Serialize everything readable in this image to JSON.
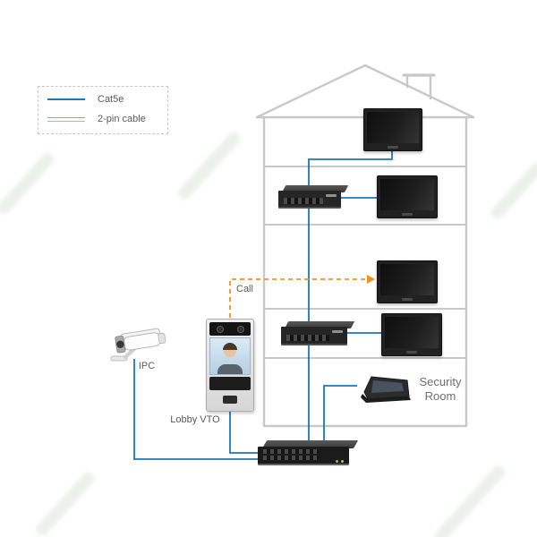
{
  "legend": {
    "items": [
      {
        "label": "Cat5e",
        "line": "solid-blue"
      },
      {
        "label": "2-pin cable",
        "line": "red-blue-pair"
      }
    ]
  },
  "labels": {
    "call": "Call",
    "ipc": "IPC",
    "lobby_vto": "Lobby VTO",
    "security_room_line1": "Security",
    "security_room_line2": "Room"
  },
  "colors": {
    "cat5e_blue": "#1878be",
    "two_pin_red": "#dd8888",
    "two_pin_blue": "#9db9dc",
    "call_orange": "#f0901e",
    "outline_gray": "#c8c8c8",
    "label_gray": "#5a5a5a"
  },
  "devices": {
    "indoor_monitor": "indoor-monitor",
    "floor_switch": "network-switch",
    "poe_switch": "poe-switch",
    "vto": "lobby-vto-door-station",
    "ipc": "bullet-camera",
    "security_station": "security-room-station"
  }
}
